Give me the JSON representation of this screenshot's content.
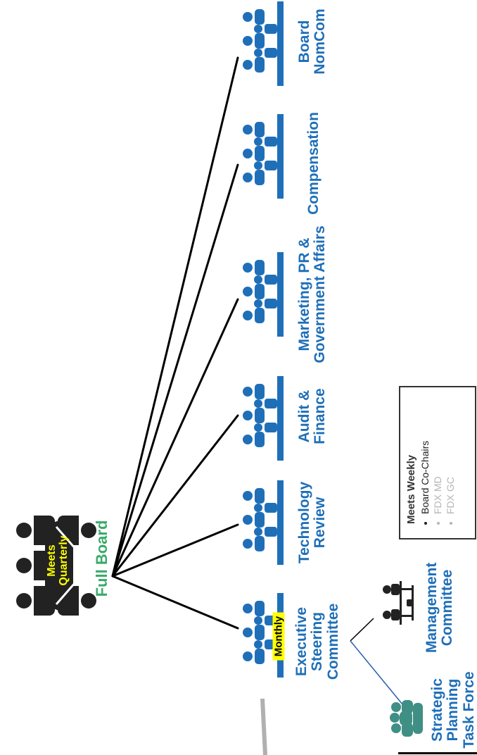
{
  "full_board": {
    "label": "Full Board",
    "badge_line1": "Meets",
    "badge_line2": "Quarterly"
  },
  "committees": [
    {
      "line1": "Executive",
      "line2": "Steering",
      "line3": "Committee",
      "badge": "Monthly"
    },
    {
      "line1": "Technology",
      "line2": "Review"
    },
    {
      "line1": "Audit &",
      "line2": "Finance"
    },
    {
      "line1": "Marketing, PR &",
      "line2": "Government Affairs"
    },
    {
      "line1": "Compensation"
    },
    {
      "line1": "Board",
      "line2": "NomCom"
    }
  ],
  "management": {
    "line1": "Management",
    "line2": "Committee"
  },
  "task_force": {
    "line1": "Strategic",
    "line2": "Planning",
    "line3": "Task Force"
  },
  "note": {
    "title": "Meets Weekly",
    "items": [
      "Board Co-Chairs",
      "FDX MD",
      "FDX GC"
    ]
  },
  "colors": {
    "committee_blue": "#1f6fb8",
    "board_green": "#3aaa6a",
    "highlight_yellow": "#ffff00",
    "teal_people": "#3f8f85",
    "connector_blue": "#2a5db0",
    "connector_gray": "#b0b0b0"
  },
  "icons": [
    "meeting-table-icon",
    "board-meeting-icon",
    "management-people-icon",
    "task-force-group-icon"
  ]
}
